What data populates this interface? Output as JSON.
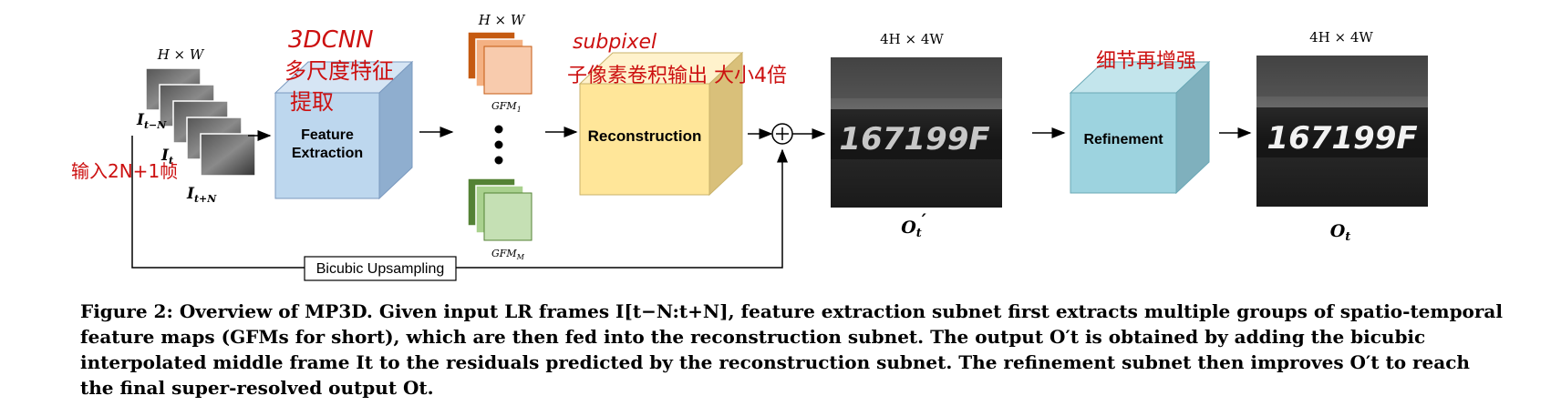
{
  "diagram": {
    "input_dim_label": "H × W",
    "gfm_dim_label": "H × W",
    "output_dim_label_1": "4H × 4W",
    "output_dim_label_2": "4H × 4W",
    "input_label_top": "I",
    "input_label_top_sub": "t−N",
    "input_label_mid": "I",
    "input_label_mid_sub": "t",
    "input_label_bot": "I",
    "input_label_bot_sub": "t+N",
    "feature_box_line1": "Feature",
    "feature_box_line2": "Extraction",
    "gfm_top_label": "GFM",
    "gfm_top_sub": "1",
    "gfm_bot_label": "GFM",
    "gfm_bot_sub": "M",
    "reconstruction_label": "Reconstruction",
    "refinement_label": "Refinement",
    "bicubic_label": "Bicubic Upsampling",
    "plate_text": "167199F",
    "output1_label": "O",
    "output1_sub": "t",
    "output1_prime": "′",
    "output2_label": "O",
    "output2_sub": "t",
    "add_symbol": "+"
  },
  "annotations": {
    "note_3dcnn": "3DCNN",
    "note_feature": "多尺度特征",
    "note_extract": "提取",
    "note_subpixel": "subpixel",
    "note_subpixel_cn": "子像素卷积输出 大小4倍",
    "note_input": "输入2N+1帧",
    "note_refine": "细节再增强"
  },
  "caption": {
    "lead": "Figure 2:",
    "text": "Overview of MP3D. Given input LR frames I[t−N:t+N], feature extraction subnet first extracts multiple groups of spatio-temporal feature maps (GFMs for short), which are then fed into the reconstruction subnet. The output O′t is obtained by adding the bicubic interpolated middle frame It to the residuals predicted by the reconstruction subnet. The refinement subnet then improves O′t to reach the final super-resolved output Ot."
  },
  "colors": {
    "feature_box": "#bdd7ee",
    "gfm_orange_dark": "#c55a11",
    "gfm_orange_light": "#f8cbad",
    "gfm_green_dark": "#548235",
    "gfm_green_light": "#c5e0b4",
    "reconstruction_box": "#ffe699",
    "refinement_box": "#9dd3df",
    "annotation_red": "#cc1010"
  }
}
